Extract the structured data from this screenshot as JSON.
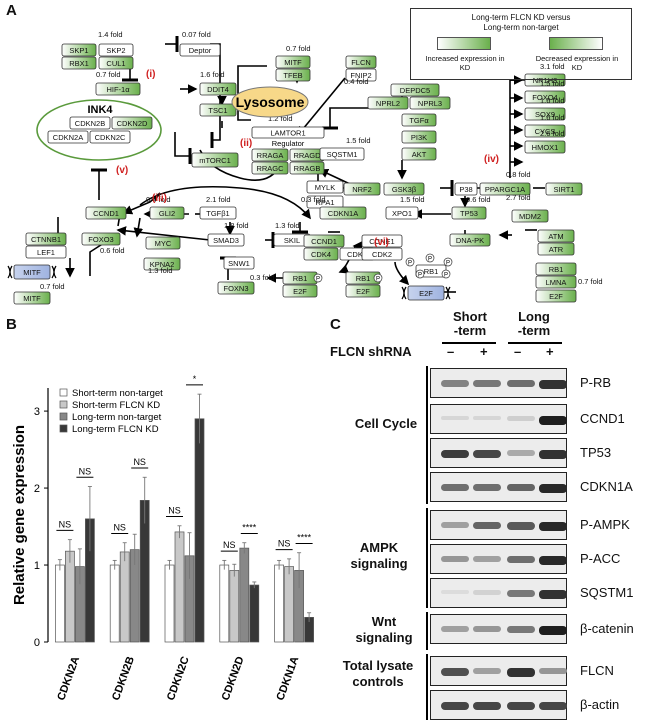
{
  "panels": {
    "a": "A",
    "b": "B",
    "c": "C"
  },
  "legend": {
    "title_line1": "Long-term FLCN KD versus",
    "title_line2": "Long-term non-target",
    "increased": "Increased expression in KD",
    "decreased": "Decreased expression in KD",
    "increased_color": "#6ab04c",
    "decreased_color": "#b8d9a6"
  },
  "pathway": {
    "nodes": [
      {
        "id": "SKP1",
        "label": "SKP1",
        "c": "g"
      },
      {
        "id": "SKP2",
        "label": "SKP2",
        "c": "w"
      },
      {
        "id": "RBX1",
        "label": "RBX1",
        "c": "g"
      },
      {
        "id": "CUL1",
        "label": "CUL1",
        "c": "g"
      },
      {
        "id": "Deptor",
        "label": "Deptor",
        "c": "w"
      },
      {
        "id": "HIF1A",
        "label": "HIF-1α",
        "c": "g"
      },
      {
        "id": "DDIT4",
        "label": "DDIT4",
        "c": "g"
      },
      {
        "id": "TSC1",
        "label": "TSC1",
        "c": "g"
      },
      {
        "id": "CDKN2B",
        "label": "CDKN2B",
        "c": "w"
      },
      {
        "id": "CDKN2D",
        "label": "CDKN2D",
        "c": "g"
      },
      {
        "id": "CDKN2A",
        "label": "CDKN2A",
        "c": "w"
      },
      {
        "id": "CDKN2C",
        "label": "CDKN2C",
        "c": "w"
      },
      {
        "id": "MITF1",
        "label": "MITF",
        "c": "g"
      },
      {
        "id": "TFEB",
        "label": "TFEB",
        "c": "g"
      },
      {
        "id": "FLCN",
        "label": "FLCN",
        "c": "g"
      },
      {
        "id": "FNIP2",
        "label": "FNIP2",
        "c": "w"
      },
      {
        "id": "LAMTOR1",
        "label": "LAMTOR1",
        "c": "w"
      },
      {
        "id": "RRAGA",
        "label": "RRAGA",
        "c": "g"
      },
      {
        "id": "RRAGD",
        "label": "RRAGD",
        "c": "g"
      },
      {
        "id": "RRAGC",
        "label": "RRAGC",
        "c": "g"
      },
      {
        "id": "RRAGB",
        "label": "RRAGB",
        "c": "g"
      },
      {
        "id": "mTORC1",
        "label": "mTORC1",
        "c": "g"
      },
      {
        "id": "DEPDC5",
        "label": "DEPDC5",
        "c": "g"
      },
      {
        "id": "NPRL2",
        "label": "NPRL2",
        "c": "g"
      },
      {
        "id": "NPRL3",
        "label": "NPRL3",
        "c": "g"
      },
      {
        "id": "TGFA",
        "label": "TGFα",
        "c": "g"
      },
      {
        "id": "PI3K",
        "label": "PI3K",
        "c": "g"
      },
      {
        "id": "AKT",
        "label": "AKT",
        "c": "g"
      },
      {
        "id": "NR1H3",
        "label": "NR1H3",
        "c": "g"
      },
      {
        "id": "FOXO4",
        "label": "FOXO4",
        "c": "g"
      },
      {
        "id": "SOX9",
        "label": "SOX9",
        "c": "g"
      },
      {
        "id": "CYCS",
        "label": "CYCS",
        "c": "g"
      },
      {
        "id": "HMOX1",
        "label": "HMOX1",
        "c": "g"
      },
      {
        "id": "SIRT1",
        "label": "SIRT1",
        "c": "g"
      },
      {
        "id": "PPARGC1A",
        "label": "PPARGC1A",
        "c": "g"
      },
      {
        "id": "P38",
        "label": "P38",
        "c": "w"
      },
      {
        "id": "SQSTM1",
        "label": "SQSTM1",
        "c": "w"
      },
      {
        "id": "MYLK",
        "label": "MYLK",
        "c": "w"
      },
      {
        "id": "RPA1",
        "label": "RPA1",
        "c": "w"
      },
      {
        "id": "NRF2",
        "label": "NRF2",
        "c": "g"
      },
      {
        "id": "GSK3B",
        "label": "GSK3β",
        "c": "g"
      },
      {
        "id": "CCND1a",
        "label": "CCND1",
        "c": "g"
      },
      {
        "id": "GLI2",
        "label": "GLI2",
        "c": "g"
      },
      {
        "id": "TGFB1",
        "label": "TGFβ1",
        "c": "w"
      },
      {
        "id": "CDKN1A",
        "label": "CDKN1A",
        "c": "g"
      },
      {
        "id": "XPO1",
        "label": "XPO1",
        "c": "w"
      },
      {
        "id": "TP53",
        "label": "TP53",
        "c": "g"
      },
      {
        "id": "MDM2",
        "label": "MDM2",
        "c": "g"
      },
      {
        "id": "ATM",
        "label": "ATM",
        "c": "g"
      },
      {
        "id": "ATR",
        "label": "ATR",
        "c": "g"
      },
      {
        "id": "CTNNB1",
        "label": "CTNNB1",
        "c": "g"
      },
      {
        "id": "LEF1",
        "label": "LEF1",
        "c": "w"
      },
      {
        "id": "FOXO3",
        "label": "FOXO3",
        "c": "g"
      },
      {
        "id": "MYC",
        "label": "MYC",
        "c": "g"
      },
      {
        "id": "SMAD3",
        "label": "SMAD3",
        "c": "w"
      },
      {
        "id": "SKIL",
        "label": "SKIL",
        "c": "w"
      },
      {
        "id": "CCND1b",
        "label": "CCND1",
        "c": "g"
      },
      {
        "id": "CDK4",
        "label": "CDK4",
        "c": "g"
      },
      {
        "id": "CDK6",
        "label": "CDK6",
        "c": "w"
      },
      {
        "id": "CCNE1",
        "label": "CCNE1",
        "c": "w"
      },
      {
        "id": "CDK2",
        "label": "CDK2",
        "c": "w"
      },
      {
        "id": "DNAPK",
        "label": "DNA-PK",
        "c": "g"
      },
      {
        "id": "KPNA2",
        "label": "KPNA2",
        "c": "g"
      },
      {
        "id": "SNW1",
        "label": "SNW1",
        "c": "w"
      },
      {
        "id": "FOXN3",
        "label": "FOXN3",
        "c": "g"
      },
      {
        "id": "RB1a",
        "label": "RB1",
        "c": "g"
      },
      {
        "id": "E2Fa",
        "label": "E2F",
        "c": "g"
      },
      {
        "id": "RB1b",
        "label": "RB1",
        "c": "g"
      },
      {
        "id": "E2Fb",
        "label": "E2F",
        "c": "g"
      },
      {
        "id": "RB1p",
        "label": "RB1",
        "c": "w"
      },
      {
        "id": "RB1c",
        "label": "RB1",
        "c": "g"
      },
      {
        "id": "LMNA",
        "label": "LMNA",
        "c": "g"
      },
      {
        "id": "E2Fc",
        "label": "E2F",
        "c": "g"
      },
      {
        "id": "MITF2",
        "label": "MITF",
        "c": "b"
      },
      {
        "id": "MITF3",
        "label": "MITF",
        "c": "g"
      },
      {
        "id": "E2Fd",
        "label": "E2F",
        "c": "b"
      }
    ],
    "folds": [
      "1.4 fold",
      "0.07 fold",
      "1.6 fold",
      "0.7 fold",
      "0.7 fold",
      "0.4 fold",
      "1.2 fold",
      "3.1 fold",
      "1.5 fold",
      "1.6 fold",
      "1.6 fold",
      "2.6 fold",
      "0.8 fold",
      "2.7 fold",
      "1.5 fold",
      "0.3 fold",
      "0.4 fold",
      "2.1 fold",
      "1.5 fold",
      "0.6 fold",
      "0.6 fold",
      "1.8 fold",
      "1.3 fold",
      "1.3 fold",
      "0.3 fold",
      "0.7 fold",
      "0.7 fold"
    ],
    "lysosome": "Lysosome",
    "ink4": "INK4",
    "regulator": "Regulator",
    "markers": [
      "(i)",
      "(ii)",
      "(iii)",
      "(iv)",
      "(v)",
      "(vi)"
    ],
    "p": "P"
  },
  "chart_data": {
    "type": "bar",
    "ylabel": "Relative gene expression",
    "ylim": [
      0,
      3.3
    ],
    "yticks": [
      0,
      1,
      2,
      3
    ],
    "categories": [
      "CDKN2A",
      "CDKN2B",
      "CDKN2C",
      "CDKN2D",
      "CDKN1A"
    ],
    "series": [
      {
        "name": "Short-term non-target",
        "color": "#ffffff",
        "values": [
          1.0,
          1.0,
          1.0,
          1.0,
          1.0
        ],
        "errors": [
          0.07,
          0.06,
          0.06,
          0.06,
          0.06
        ]
      },
      {
        "name": "Short-term FLCN KD",
        "color": "#c8c8c8",
        "values": [
          1.18,
          1.17,
          1.43,
          0.93,
          0.98
        ],
        "errors": [
          0.15,
          0.12,
          0.08,
          0.08,
          0.1
        ]
      },
      {
        "name": "Long-term non-target",
        "color": "#888888",
        "values": [
          0.98,
          1.2,
          1.12,
          1.22,
          0.93
        ],
        "errors": [
          0.23,
          0.2,
          0.3,
          0.07,
          0.23
        ]
      },
      {
        "name": "Long-term FLCN KD",
        "color": "#383838",
        "values": [
          1.6,
          1.84,
          2.9,
          0.74,
          0.32
        ],
        "errors": [
          0.42,
          0.3,
          0.32,
          0.04,
          0.06
        ]
      }
    ],
    "significance": [
      "NS",
      "NS",
      "NS",
      "NS",
      "NS",
      "*",
      "NS",
      "****",
      "NS",
      "****",
      "NS",
      "**"
    ]
  },
  "blot": {
    "short": "Short",
    "short2": "-term",
    "long": "Long",
    "long2": "-term",
    "shrna": "FLCN shRNA",
    "signs": [
      "–",
      "+",
      "–",
      "+"
    ],
    "groups": {
      "cell_cycle": "Cell Cycle",
      "ampk": "AMPK signaling",
      "wnt": "Wnt signaling",
      "total": "Total lysate controls"
    },
    "rows": [
      {
        "label": "P-RB",
        "int": [
          0.5,
          0.55,
          0.6,
          0.9
        ]
      },
      {
        "label": "CCND1",
        "int": [
          0.08,
          0.08,
          0.12,
          1.0
        ]
      },
      {
        "label": "TP53",
        "int": [
          0.85,
          0.8,
          0.3,
          0.9
        ]
      },
      {
        "label": "CDKN1A",
        "int": [
          0.6,
          0.6,
          0.65,
          0.95
        ]
      },
      {
        "label": "P-AMPK",
        "int": [
          0.35,
          0.65,
          0.7,
          0.95
        ]
      },
      {
        "label": "P-ACC",
        "int": [
          0.4,
          0.35,
          0.6,
          0.95
        ]
      },
      {
        "label": "SQSTM1",
        "int": [
          0.05,
          0.1,
          0.55,
          0.9
        ]
      },
      {
        "label": "β-catenin",
        "int": [
          0.35,
          0.4,
          0.55,
          1.0
        ]
      },
      {
        "label": "FLCN",
        "int": [
          0.75,
          0.35,
          0.9,
          0.4
        ]
      },
      {
        "label": "β-actin",
        "int": [
          0.8,
          0.8,
          0.8,
          0.8
        ]
      }
    ]
  }
}
